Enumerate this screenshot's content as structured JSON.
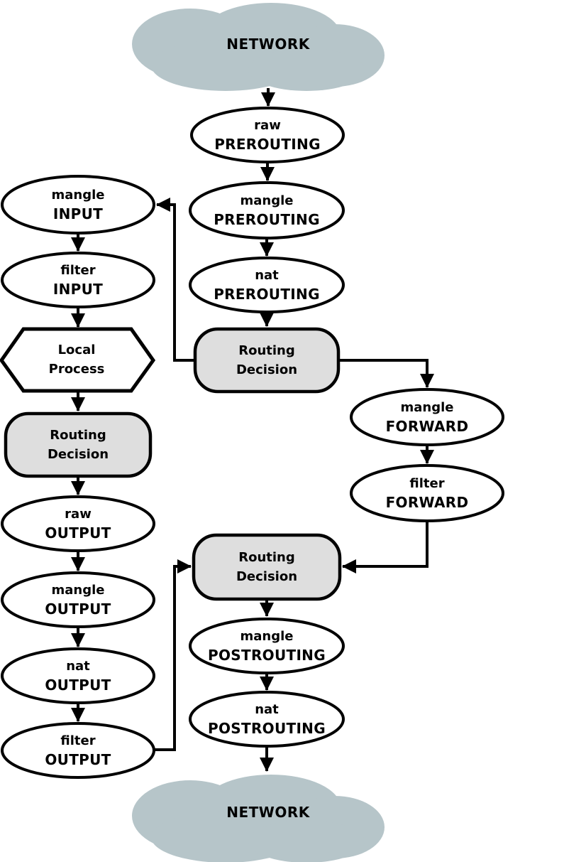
{
  "colors": {
    "cloud_fill": "#b6c5c9",
    "decision_fill": "#dedede",
    "shape_fill": "#ffffff",
    "line_color": "#000000",
    "background": "#ffffff"
  },
  "clouds": {
    "top": {
      "label": "NETWORK"
    },
    "bottom": {
      "label": "NETWORK"
    }
  },
  "nodes": {
    "raw_prerouting": {
      "line1": "raw",
      "line2": "PREROUTING"
    },
    "mangle_prerouting": {
      "line1": "mangle",
      "line2": "PREROUTING"
    },
    "nat_prerouting": {
      "line1": "nat",
      "line2": "PREROUTING"
    },
    "routing_decision_1": {
      "line1": "Routing",
      "line2": "Decision"
    },
    "mangle_input": {
      "line1": "mangle",
      "line2": "INPUT"
    },
    "filter_input": {
      "line1": "filter",
      "line2": "INPUT"
    },
    "local_process": {
      "line1": "Local",
      "line2": "Process"
    },
    "routing_decision_2": {
      "line1": "Routing",
      "line2": "Decision"
    },
    "raw_output": {
      "line1": "raw",
      "line2": "OUTPUT"
    },
    "mangle_output": {
      "line1": "mangle",
      "line2": "OUTPUT"
    },
    "nat_output": {
      "line1": "nat",
      "line2": "OUTPUT"
    },
    "filter_output": {
      "line1": "filter",
      "line2": "OUTPUT"
    },
    "mangle_forward": {
      "line1": "mangle",
      "line2": "FORWARD"
    },
    "filter_forward": {
      "line1": "filter",
      "line2": "FORWARD"
    },
    "routing_decision_3": {
      "line1": "Routing",
      "line2": "Decision"
    },
    "mangle_postrouting": {
      "line1": "mangle",
      "line2": "POSTROUTING"
    },
    "nat_postrouting": {
      "line1": "nat",
      "line2": "POSTROUTING"
    }
  },
  "edges": [
    {
      "from": "network-top",
      "to": "raw_prerouting"
    },
    {
      "from": "raw_prerouting",
      "to": "mangle_prerouting"
    },
    {
      "from": "mangle_prerouting",
      "to": "nat_prerouting"
    },
    {
      "from": "nat_prerouting",
      "to": "routing_decision_1"
    },
    {
      "from": "routing_decision_1",
      "to": "mangle_input"
    },
    {
      "from": "routing_decision_1",
      "to": "mangle_forward"
    },
    {
      "from": "mangle_input",
      "to": "filter_input"
    },
    {
      "from": "filter_input",
      "to": "local_process"
    },
    {
      "from": "local_process",
      "to": "routing_decision_2"
    },
    {
      "from": "routing_decision_2",
      "to": "raw_output"
    },
    {
      "from": "raw_output",
      "to": "mangle_output"
    },
    {
      "from": "mangle_output",
      "to": "nat_output"
    },
    {
      "from": "nat_output",
      "to": "filter_output"
    },
    {
      "from": "filter_output",
      "to": "routing_decision_3"
    },
    {
      "from": "mangle_forward",
      "to": "filter_forward"
    },
    {
      "from": "filter_forward",
      "to": "routing_decision_3"
    },
    {
      "from": "routing_decision_3",
      "to": "mangle_postrouting"
    },
    {
      "from": "mangle_postrouting",
      "to": "nat_postrouting"
    },
    {
      "from": "nat_postrouting",
      "to": "network-bottom"
    }
  ]
}
